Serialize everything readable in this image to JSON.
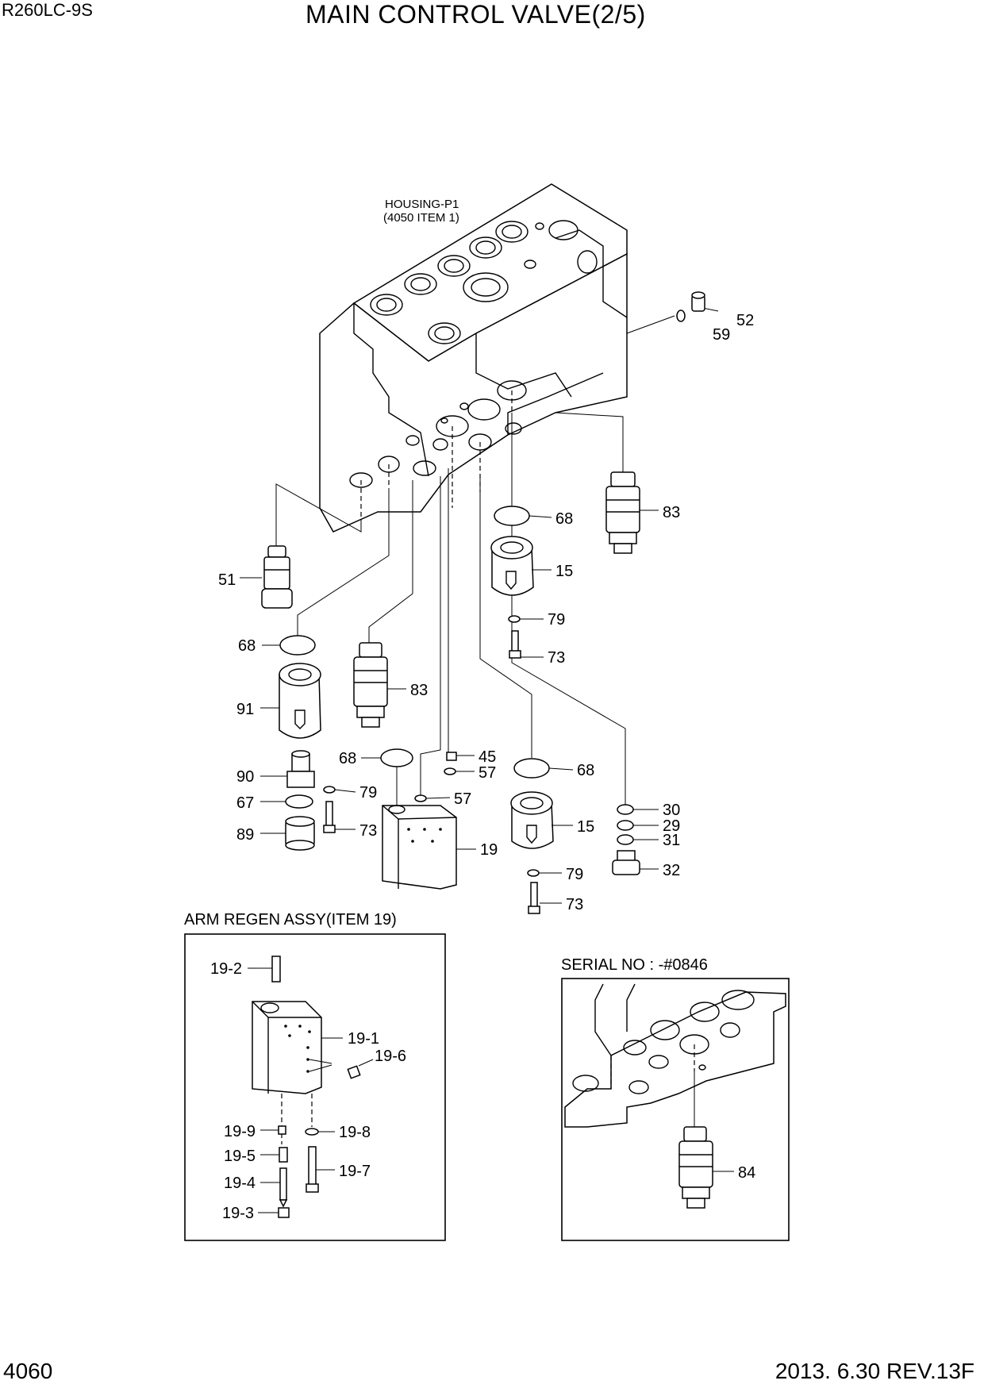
{
  "header": {
    "model": "R260LC-9S",
    "title": "MAIN CONTROL VALVE(2/5)"
  },
  "footer": {
    "page_number": "4060",
    "date_rev": "2013. 6.30  REV.13F"
  },
  "housing": {
    "label_line1": "HOUSING-P1",
    "label_line2": "(4050 ITEM 1)"
  },
  "callouts": {
    "c52": "52",
    "c59": "59",
    "c83a": "83",
    "c68a": "68",
    "c15a": "15",
    "c79a": "79",
    "c73a": "73",
    "c51": "51",
    "c68b": "68",
    "c91": "91",
    "c83b": "83",
    "c90": "90",
    "c79b": "79",
    "c67": "67",
    "c73b": "73",
    "c89": "89",
    "c68c": "68",
    "c45": "45",
    "c57a": "57",
    "c57b": "57",
    "c19": "19",
    "c68d": "68",
    "c15b": "15",
    "c79c": "79",
    "c73c": "73",
    "c30": "30",
    "c29": "29",
    "c31": "31",
    "c32": "32"
  },
  "arm_regen": {
    "title": "ARM REGEN ASSY(ITEM 19)",
    "c19_2": "19-2",
    "c19_1": "19-1",
    "c19_6": "19-6",
    "c19_9": "19-9",
    "c19_8": "19-8",
    "c19_5": "19-5",
    "c19_7": "19-7",
    "c19_4": "19-4",
    "c19_3": "19-3"
  },
  "serial": {
    "title": "SERIAL NO : -#0846",
    "c84": "84"
  }
}
